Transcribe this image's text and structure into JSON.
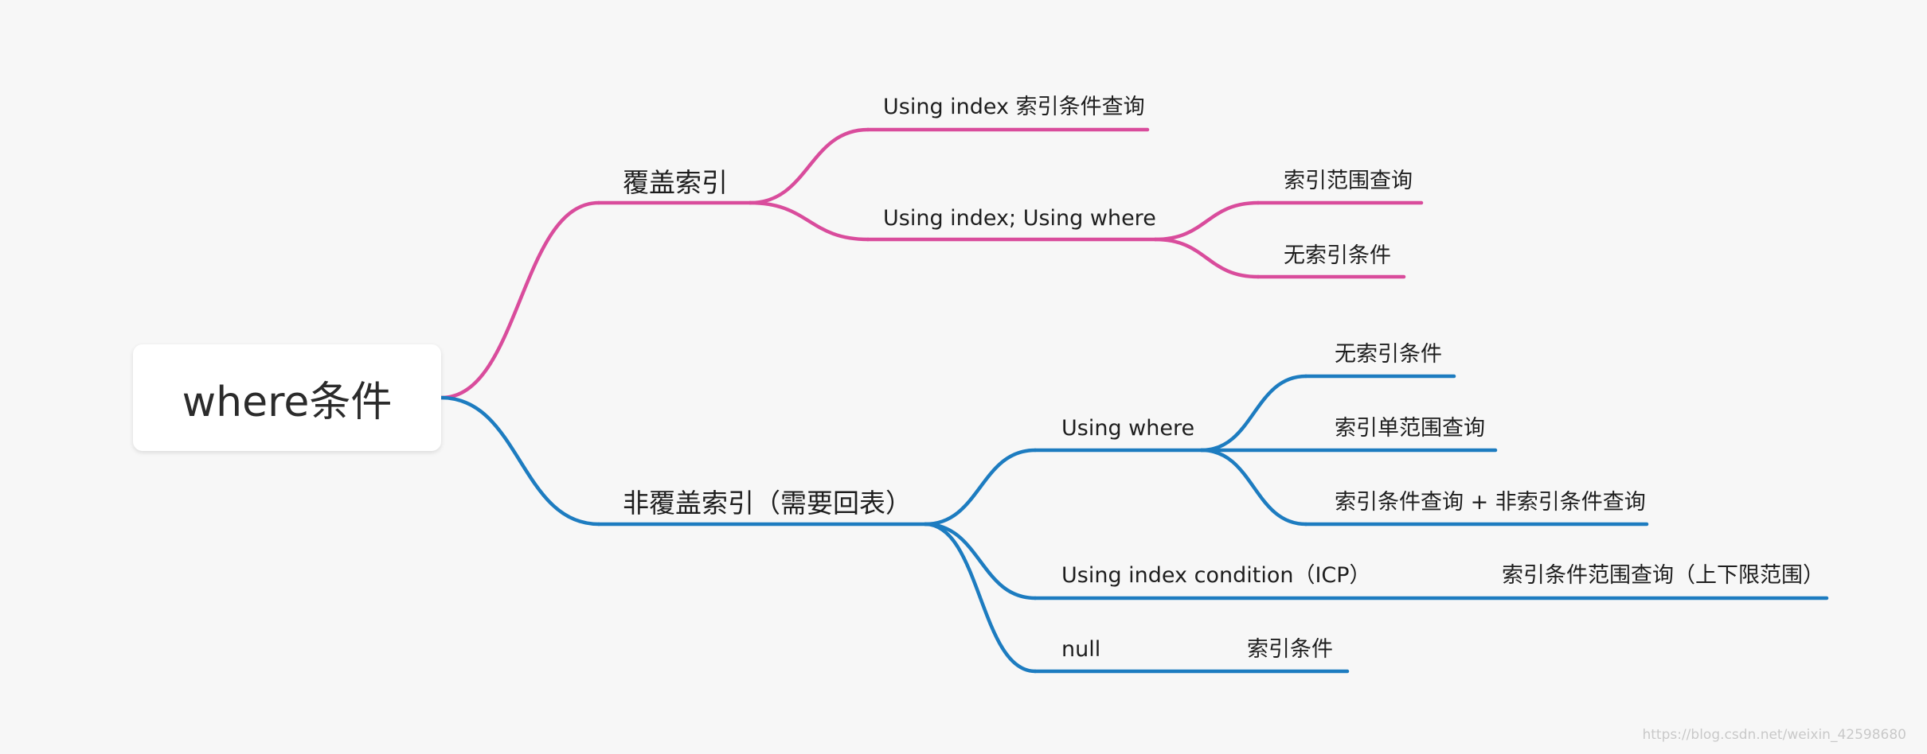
{
  "root": {
    "label": "where条件"
  },
  "branches": [
    {
      "id": "covering",
      "label": "覆盖索引",
      "color": "#d94c9c",
      "children": [
        {
          "id": "covering-using-index",
          "label": "Using index 索引条件查询",
          "children": []
        },
        {
          "id": "covering-using-index-where",
          "label": "Using index; Using where",
          "children": [
            {
              "id": "range-query",
              "label": "索引范围查询"
            },
            {
              "id": "no-index-cond",
              "label": "无索引条件"
            }
          ]
        }
      ]
    },
    {
      "id": "non-covering",
      "label": "非覆盖索引（需要回表）",
      "color": "#1d7cc0",
      "children": [
        {
          "id": "using-where",
          "label": "Using where",
          "children": [
            {
              "id": "uw-no-index",
              "label": "无索引条件"
            },
            {
              "id": "uw-single-range",
              "label": "索引单范围查询"
            },
            {
              "id": "uw-mixed",
              "label": "索引条件查询 + 非索引条件查询"
            }
          ]
        },
        {
          "id": "icp",
          "label": "Using index condition（ICP）",
          "children": [
            {
              "id": "icp-range",
              "label": "索引条件范围查询（上下限范围）"
            }
          ]
        },
        {
          "id": "null",
          "label": "null",
          "children": [
            {
              "id": "null-index",
              "label": "索引条件"
            }
          ]
        }
      ]
    }
  ],
  "watermark": "https://blog.csdn.net/weixin_42598680"
}
